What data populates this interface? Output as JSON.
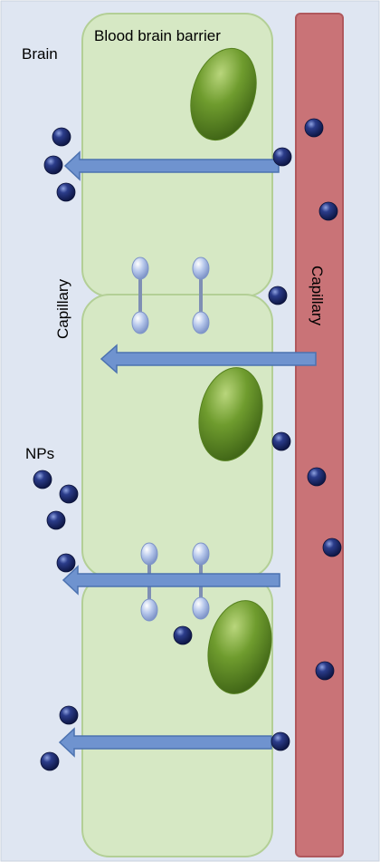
{
  "labels": {
    "brain": "Brain",
    "barrier": "Blood brain barrier",
    "capillary_vertical_left": "Capillary",
    "capillary_vertical_right": "Capillary",
    "nps": "NPs"
  },
  "colors": {
    "background": "#dfe6f2",
    "cell_fill": "#d6e8c4",
    "cell_stroke": "#b3cf96",
    "capillary_fill": "#c97377",
    "capillary_stroke": "#b0585d",
    "arrow_fill": "#6f93cf",
    "arrow_stroke": "#4c72b0",
    "nucleus": "#6f9c2e",
    "nanoparticle": "#1b2a6b",
    "junction": "#a9bde6"
  },
  "icons": {
    "nucleus": "green-ellipse",
    "nanoparticle": "dark-blue-sphere",
    "tight_junction": "dumbbell",
    "transport_arrow": "left-arrow"
  }
}
